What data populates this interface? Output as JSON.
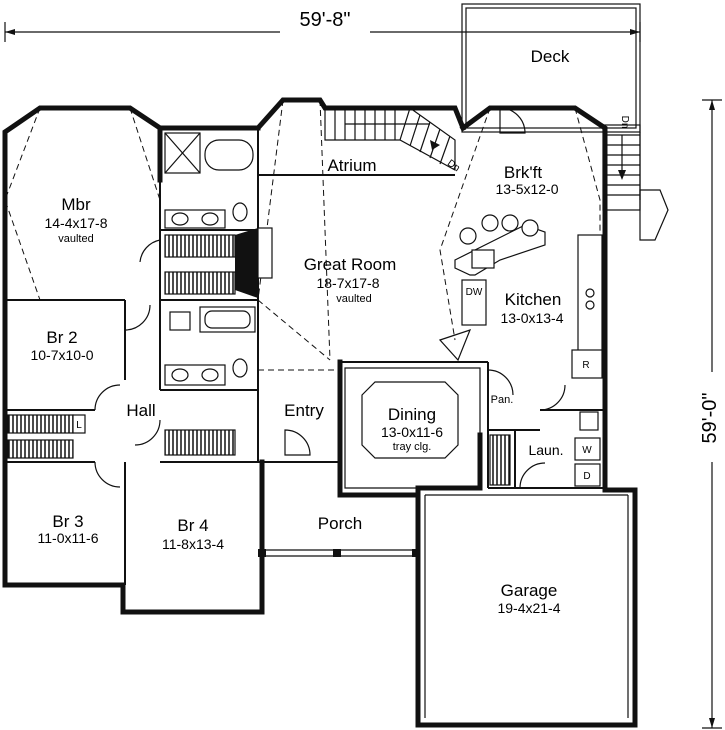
{
  "dimensions": {
    "width": "59'-8\"",
    "depth": "59'-0\""
  },
  "rooms": {
    "deck": {
      "name": "Deck"
    },
    "atrium": {
      "name": "Atrium"
    },
    "mbr": {
      "name": "Mbr",
      "size": "14-4x17-8",
      "note": "vaulted"
    },
    "brkft": {
      "name": "Brk'ft",
      "size": "13-5x12-0"
    },
    "great_room": {
      "name": "Great Room",
      "size": "18-7x17-8",
      "note": "vaulted"
    },
    "kitchen": {
      "name": "Kitchen",
      "size": "13-0x13-4"
    },
    "br2": {
      "name": "Br 2",
      "size": "10-7x10-0"
    },
    "hall": {
      "name": "Hall"
    },
    "entry": {
      "name": "Entry"
    },
    "dining": {
      "name": "Dining",
      "size": "13-0x11-6",
      "note": "tray clg."
    },
    "pantry": {
      "name": "Pan."
    },
    "laundry": {
      "name": "Laun."
    },
    "br3": {
      "name": "Br 3",
      "size": "11-0x11-6"
    },
    "br4": {
      "name": "Br 4",
      "size": "11-8x13-4"
    },
    "porch": {
      "name": "Porch"
    },
    "garage": {
      "name": "Garage",
      "size": "19-4x21-4"
    }
  },
  "tags": {
    "stair_down_atrium": "Dn",
    "stair_down_deck": "Dn",
    "dishwasher": "DW",
    "refrigerator": "R",
    "washer": "W",
    "dryer": "D",
    "linen": "L"
  }
}
